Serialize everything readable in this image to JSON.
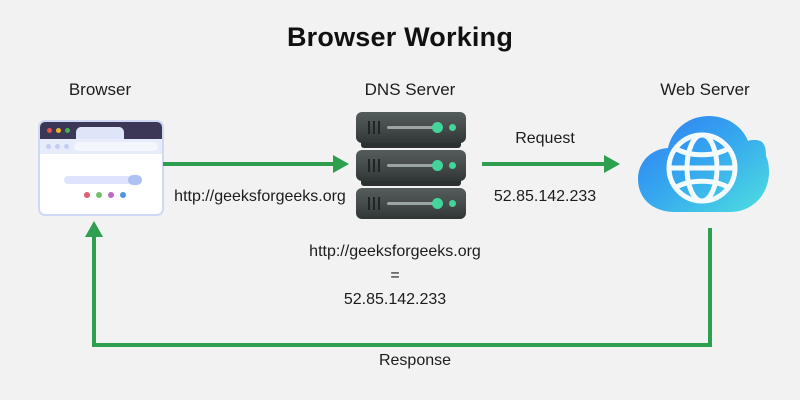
{
  "page": {
    "title": "Browser Working",
    "background_color": "#f2f2f2",
    "arrow_color": "#2e9e4f",
    "text_color": "#1c1c1c"
  },
  "nodes": [
    {
      "id": "browser",
      "label": "Browser",
      "icon": "browser-window-icon"
    },
    {
      "id": "dns",
      "label": "DNS Server",
      "icon": "server-rack-icon"
    },
    {
      "id": "web",
      "label": "Web Server",
      "icon": "cloud-globe-icon"
    }
  ],
  "edges": {
    "browser_to_dns": {
      "label": "http://geeksforgeeks.org",
      "direction": "right"
    },
    "dns_to_web": {
      "label_top": "Request",
      "label_bottom": "52.85.142.233",
      "direction": "right"
    },
    "web_to_browser": {
      "label": "Response",
      "direction": "left"
    }
  },
  "resolution_note": {
    "url": "http://geeksforgeeks.org",
    "equals": "=",
    "ip": "52.85.142.233"
  },
  "colors": {
    "browser_titlebar": "#3b3757",
    "browser_frame": "#cfd8f5",
    "server_dark": "#434a49",
    "server_led": "#43d49a",
    "cloud_gradient_start": "#2f7cf6",
    "cloud_gradient_end": "#4fe0e0",
    "arrow_green": "#2e9e4f"
  }
}
